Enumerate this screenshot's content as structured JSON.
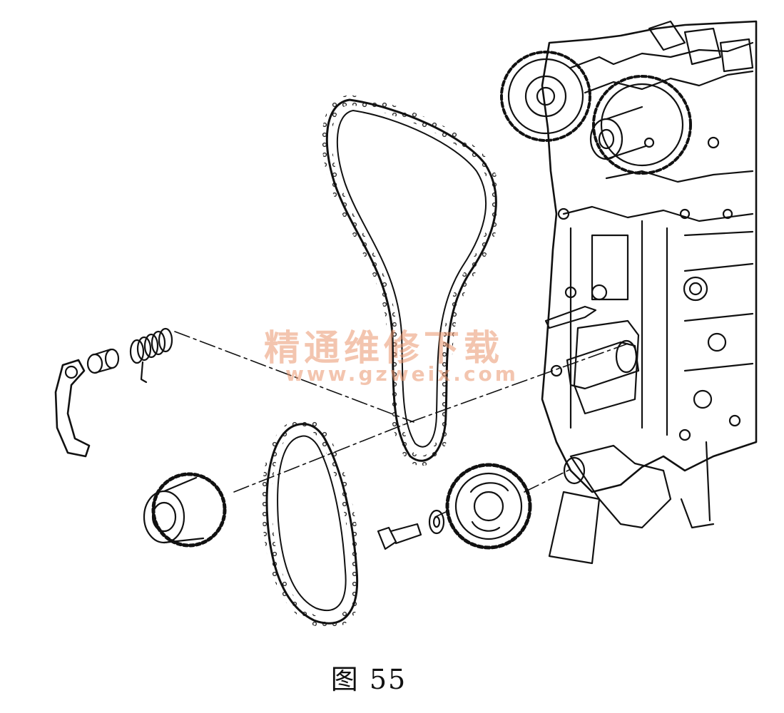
{
  "figure": {
    "caption": "图 55"
  },
  "watermark": {
    "text_cn": "精通维修下载",
    "url": "www.gzweix.com",
    "color": "#EA966E"
  },
  "parts": [
    {
      "name": "engine-block",
      "kind": "illustration"
    },
    {
      "name": "camshaft-sprocket-left",
      "kind": "illustration"
    },
    {
      "name": "camshaft-sprocket-right",
      "kind": "illustration"
    },
    {
      "name": "upper-timing-chain",
      "kind": "illustration"
    },
    {
      "name": "lower-timing-chain",
      "kind": "illustration"
    },
    {
      "name": "chain-tensioner-shoe",
      "kind": "illustration"
    },
    {
      "name": "tensioner-bushing",
      "kind": "illustration"
    },
    {
      "name": "tensioner-spring",
      "kind": "illustration"
    },
    {
      "name": "crankshaft-sprocket",
      "kind": "illustration"
    },
    {
      "name": "idler-sprocket",
      "kind": "illustration"
    },
    {
      "name": "sprocket-bolt",
      "kind": "illustration"
    },
    {
      "name": "washer",
      "kind": "illustration"
    }
  ]
}
